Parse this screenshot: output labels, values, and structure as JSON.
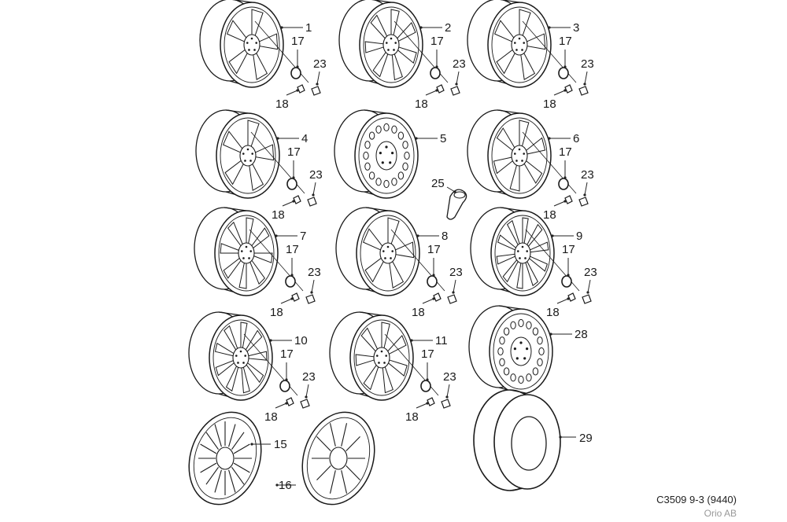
{
  "footer": {
    "code": "C3509 9-3 (9440)",
    "copyright": "Orio AB"
  },
  "wheels": [
    {
      "ref": "1",
      "style": "spoke5",
      "hardware": true,
      "hw": {
        "n17": "17",
        "n23": "23",
        "n18": "18"
      }
    },
    {
      "ref": "2",
      "style": "spoke7",
      "hardware": true,
      "hw": {
        "n17": "17",
        "n23": "23",
        "n18": "18"
      }
    },
    {
      "ref": "3",
      "style": "spoke5b",
      "hardware": true,
      "hw": {
        "n17": "17",
        "n23": "23",
        "n18": "18"
      }
    },
    {
      "ref": "4",
      "style": "spoke5",
      "hardware": true,
      "hw": {
        "n17": "17",
        "n23": "23",
        "n18": "18"
      }
    },
    {
      "ref": "5",
      "style": "steel",
      "hardware": false
    },
    {
      "ref": "6",
      "style": "spoke6",
      "hardware": true,
      "hw": {
        "n17": "17",
        "n23": "23",
        "n18": "18"
      }
    },
    {
      "ref": "7",
      "style": "spoke8",
      "hardware": true,
      "hw": {
        "n17": "17",
        "n23": "23",
        "n18": "18"
      }
    },
    {
      "ref": "8",
      "style": "spoke5",
      "hardware": true,
      "hw": {
        "n17": "17",
        "n23": "23",
        "n18": "18"
      }
    },
    {
      "ref": "9",
      "style": "spoke10",
      "hardware": true,
      "hw": {
        "n17": "17",
        "n23": "23",
        "n18": "18"
      }
    },
    {
      "ref": "10",
      "style": "spoke9",
      "hardware": true,
      "hw": {
        "n17": "17",
        "n23": "23",
        "n18": "18"
      }
    },
    {
      "ref": "11",
      "style": "spoke7",
      "hardware": true,
      "hw": {
        "n17": "17",
        "n23": "23",
        "n18": "18"
      }
    },
    {
      "ref": "28",
      "style": "steel",
      "hardware": false
    }
  ],
  "valve": {
    "ref": "25"
  },
  "hubcaps": [
    {
      "ref": "15",
      "style": "cap-slots"
    },
    {
      "ref": "16",
      "style": "cap-spokes"
    }
  ],
  "tyre": {
    "ref": "29"
  }
}
